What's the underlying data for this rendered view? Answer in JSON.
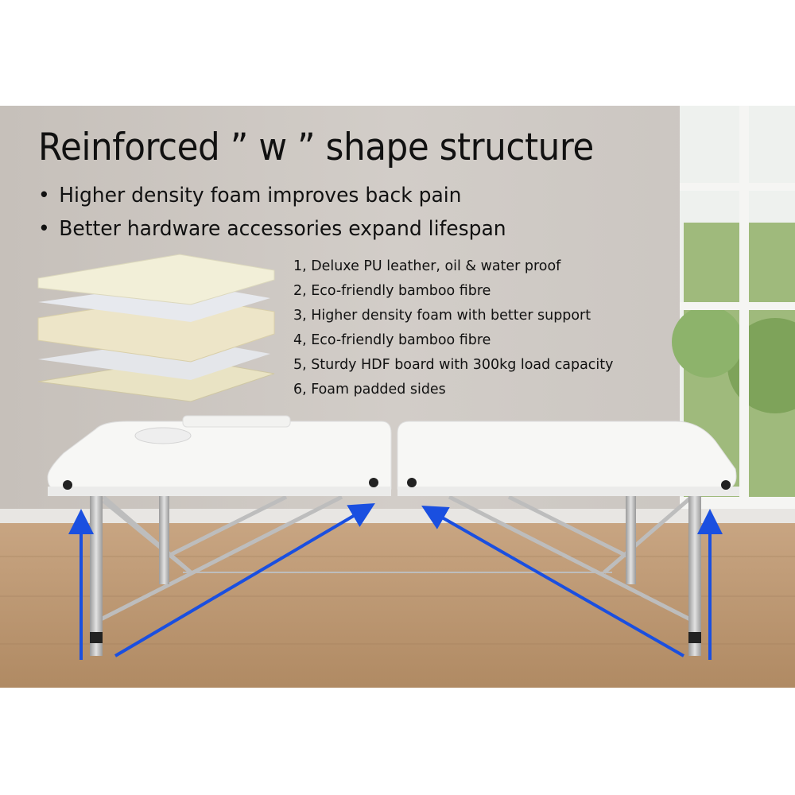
{
  "headline": "Reinforced ” w ” shape structure",
  "bullets": [
    "Higher density foam improves back pain",
    "Better hardware accessories expand lifespan"
  ],
  "layers": [
    "1, Deluxe PU leather, oil & water proof",
    "2, Eco-friendly bamboo fibre",
    "3, Higher density foam with better support",
    "4, Eco-friendly bamboo fibre",
    "5, Sturdy HDF board with 300kg load capacity",
    "6, Foam padded sides"
  ],
  "colors": {
    "wall": "#cbc6c1",
    "floor": "#b8956f",
    "arrow": "#1a4fe0",
    "table": "#f7f7f5"
  }
}
